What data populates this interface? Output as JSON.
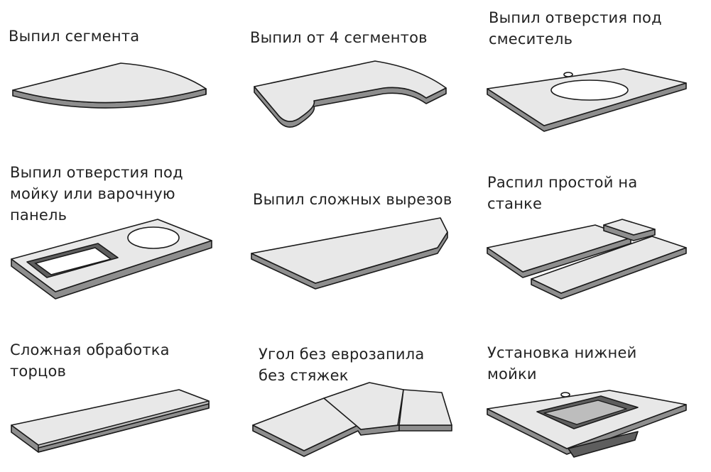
{
  "items": [
    {
      "lines": [
        "Выпил сегмента"
      ]
    },
    {
      "lines": [
        "Выпил от 4 сегментов"
      ]
    },
    {
      "lines": [
        "Выпил отверстия под",
        "смеситель"
      ]
    },
    {
      "lines": [
        "Выпил отверстия под",
        "мойку или варочную",
        "панель"
      ]
    },
    {
      "lines": [
        "Выпил сложных вырезов"
      ]
    },
    {
      "lines": [
        "Распил простой на",
        "станке"
      ]
    },
    {
      "lines": [
        "Сложная обработка",
        "торцов"
      ]
    },
    {
      "lines": [
        "Угол без еврозапила",
        "без стяжек"
      ]
    },
    {
      "lines": [
        "Установка нижней",
        "мойки"
      ]
    }
  ]
}
